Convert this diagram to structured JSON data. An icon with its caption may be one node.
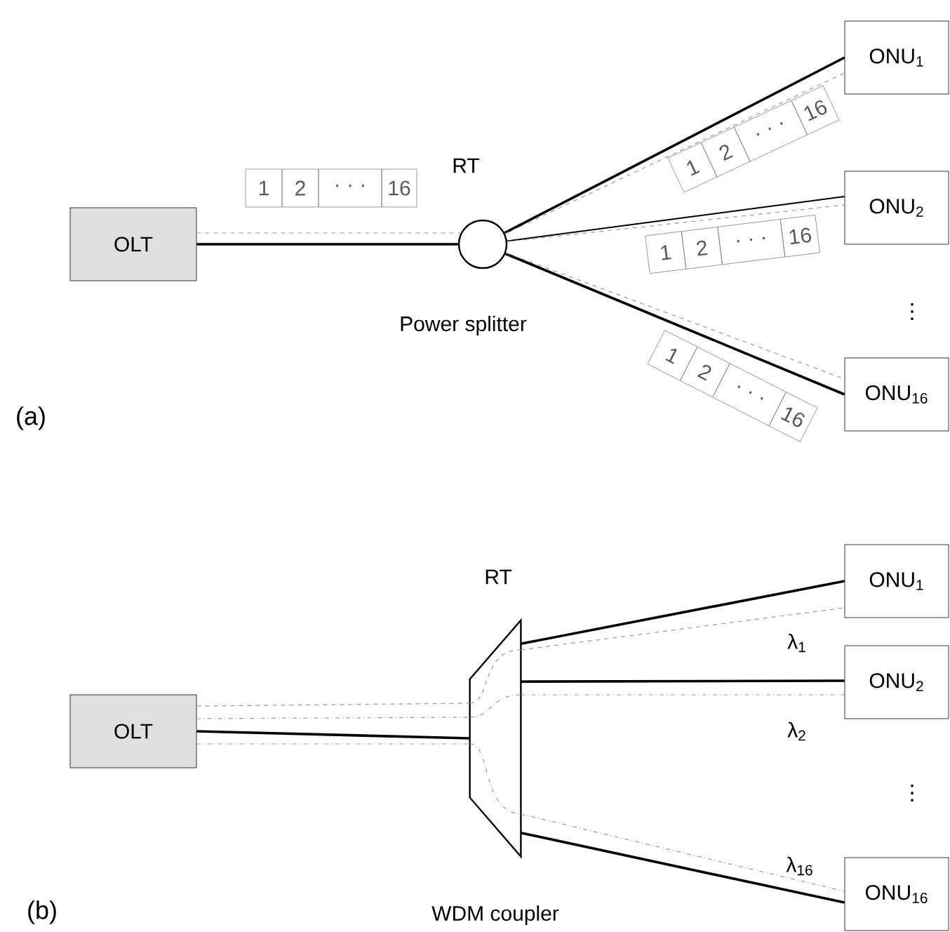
{
  "diagram": {
    "nodes": [
      {
        "text": [
          "OLT"
        ]
      },
      {
        "text": [],
        "shape": "circle",
        "beside": [
          "RT",
          "Power splitter"
        ]
      },
      {
        "text": [
          "ONU$_{1}$"
        ]
      },
      {
        "text": [
          "ONU$_{2}$"
        ]
      },
      {
        "text": [
          "ONU$_{16}$"
        ]
      },
      {
        "text": [
          "OLT"
        ]
      },
      {
        "text": [],
        "shape": "trapezoid",
        "beside": [
          "RT",
          "WDM coupler"
        ]
      },
      {
        "text": [
          "ONU$_{1}$"
        ]
      },
      {
        "text": [
          "ONU$_{2}$"
        ]
      },
      {
        "text": [
          "ONU$_{16}$"
        ]
      }
    ],
    "edges": [
      {
        "from": 0,
        "to": 1,
        "arrow": "none",
        "color": "#000000"
      },
      {
        "from": 1,
        "to": 2,
        "arrow": "none",
        "color": "#000000"
      },
      {
        "from": 1,
        "to": 3,
        "arrow": "none",
        "color": "#000000"
      },
      {
        "from": 1,
        "to": 4,
        "arrow": "none",
        "color": "#000000"
      },
      {
        "from": 5,
        "to": 6,
        "arrow": "none",
        "color": "#000000"
      },
      {
        "from": 6,
        "to": 7,
        "arrow": "none",
        "color": "#000000"
      },
      {
        "from": 6,
        "to": 8,
        "arrow": "none",
        "color": "#000000"
      },
      {
        "from": 6,
        "to": 9,
        "arrow": "none",
        "color": "#000000"
      },
      {
        "from": 0,
        "to": 1,
        "arrow": "none",
        "style": "dashed"
      },
      {
        "from": 1,
        "to": 2,
        "arrow": "none",
        "style": "dashed"
      },
      {
        "from": 1,
        "to": 3,
        "arrow": "none",
        "style": "dashed"
      },
      {
        "from": 1,
        "to": 4,
        "arrow": "none",
        "style": "dashed"
      },
      {
        "from": 5,
        "to": 6,
        "arrow": "none",
        "style": "dashed"
      },
      {
        "from": 5,
        "to": 6,
        "arrow": "none",
        "style": "dashed"
      },
      {
        "from": 5,
        "to": 6,
        "arrow": "none",
        "style": "dashed"
      },
      {
        "from": 6,
        "to": 7,
        "arrow": "none",
        "style": "dashed"
      },
      {
        "from": 6,
        "to": 8,
        "arrow": "none",
        "style": "dashed"
      },
      {
        "from": 6,
        "to": 9,
        "arrow": "none",
        "style": "dashed"
      }
    ],
    "labels": [
      "1",
      "2",
      "· · ·",
      "16",
      "1",
      "2",
      "· · ·",
      "16",
      "1",
      "2",
      "· · ·",
      "16",
      "⋮",
      "1",
      "2",
      "· · ·",
      "16",
      "(a)",
      "λ$_{1}$",
      "λ$_{2}$",
      "⋮",
      "λ$_{16}$",
      "(b)"
    ]
  }
}
